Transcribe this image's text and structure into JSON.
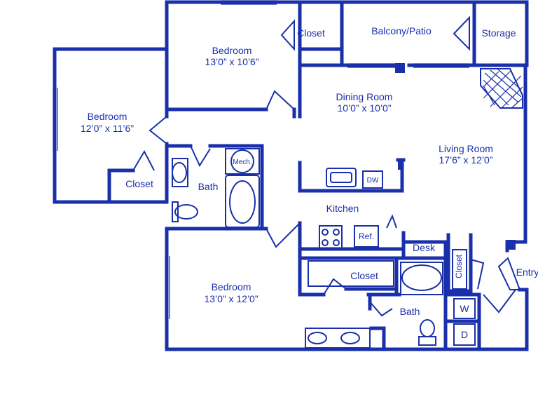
{
  "colors": {
    "line": "#1a2faa",
    "background": "#ffffff"
  },
  "rooms": {
    "bedroom_top": {
      "name": "Bedroom",
      "size": "13’0” x 10’6”"
    },
    "bedroom_left": {
      "name": "Bedroom",
      "size": "12’0” x 11’6”"
    },
    "bedroom_bottom": {
      "name": "Bedroom",
      "size": "13’0” x 12’0”"
    },
    "dining": {
      "name": "Dining Room",
      "size": "10’0” x 10’0”"
    },
    "living": {
      "name": "Living Room",
      "size": "17’6” x 12’0”"
    },
    "kitchen": {
      "name": "Kitchen"
    },
    "balcony": {
      "name": "Balcony/Patio"
    },
    "storage": {
      "name": "Storage"
    },
    "closet_top": {
      "name": "Closet"
    },
    "closet_left": {
      "name": "Closet"
    },
    "closet_mid": {
      "name": "Closet"
    },
    "closet_entry": {
      "name": "Closet"
    },
    "bath_left": {
      "name": "Bath"
    },
    "bath_bottom": {
      "name": "Bath"
    },
    "desk": {
      "name": "Desk"
    },
    "entry": {
      "name": "Entry"
    }
  },
  "fixtures": {
    "mech": "Mech.",
    "dw": "DW",
    "ref": "Ref.",
    "washer": "W",
    "dryer": "D"
  }
}
